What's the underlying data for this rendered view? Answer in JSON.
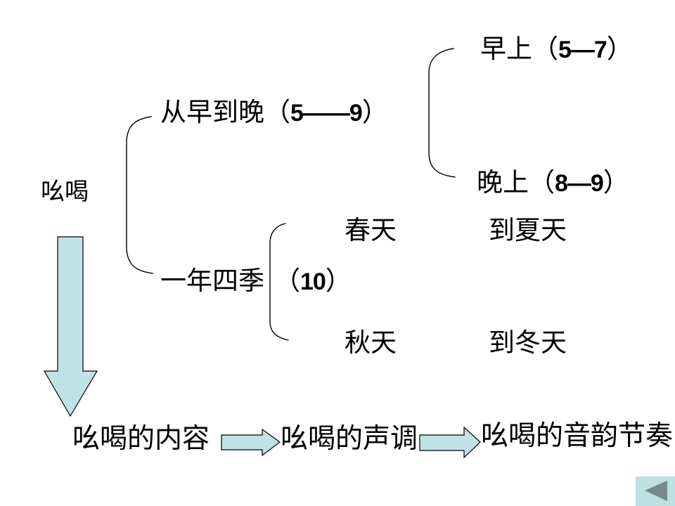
{
  "tree": {
    "root": "吆喝",
    "branch_day": {
      "label": "从早到晚",
      "open": "（",
      "range": "5——9",
      "close": "）"
    },
    "branch_year": {
      "label": "一年四季",
      "open": "（",
      "range": "10",
      "close": "）"
    },
    "leaf_morning": {
      "label": "早上",
      "open": "（",
      "range": "5—7",
      "close": "）"
    },
    "leaf_evening": {
      "label": "晚上",
      "open": "（",
      "range": "8—9",
      "close": "）"
    },
    "season_row1": {
      "left": "春天",
      "right": "到夏天"
    },
    "season_row2": {
      "left": "秋天",
      "right": "到冬天"
    }
  },
  "flow": {
    "step1": "吆喝的内容",
    "step2": "吆喝的声调",
    "step3": "吆喝的音韵节奏"
  },
  "colors": {
    "shape_fill": "#bfe2e6",
    "shape_stroke": "#000000",
    "bracket_stroke": "#000000",
    "nav_button_fill": "#bfe0e2",
    "nav_triangle_fill": "#748a8c"
  }
}
